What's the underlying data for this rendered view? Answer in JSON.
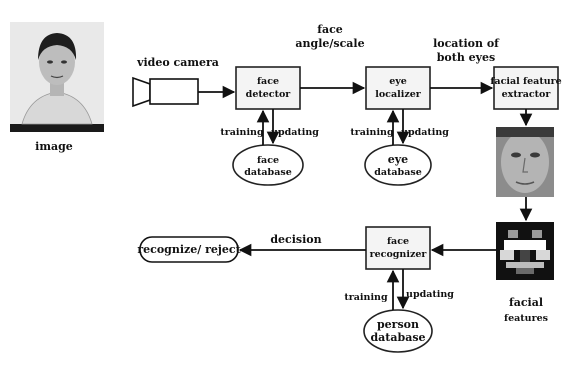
{
  "figure": {
    "image_caption": "image",
    "video_camera": "video camera",
    "face_detector": [
      "face",
      "detector"
    ],
    "face_angle_scale": [
      "face",
      "angle/scale"
    ],
    "eye_localizer": [
      "eye",
      "localizer"
    ],
    "location_both_eyes": [
      "location of",
      "both eyes"
    ],
    "facial_feature_extractor": [
      "facial feature",
      "extractor"
    ],
    "face_recognizer": [
      "face",
      "recognizer"
    ],
    "decision": "decision",
    "recognize_reject": "recognize/ reject",
    "facial_features": [
      "facial",
      "features"
    ],
    "face_database": [
      "face",
      "database"
    ],
    "eye_database": [
      "eye",
      "database"
    ],
    "person_database": [
      "person",
      "database"
    ],
    "training": "training",
    "updating": "updating"
  },
  "colors": {
    "ink": "#111111",
    "box_fill": "#f4f4f4",
    "photo_frame": "#1a1a1a"
  }
}
